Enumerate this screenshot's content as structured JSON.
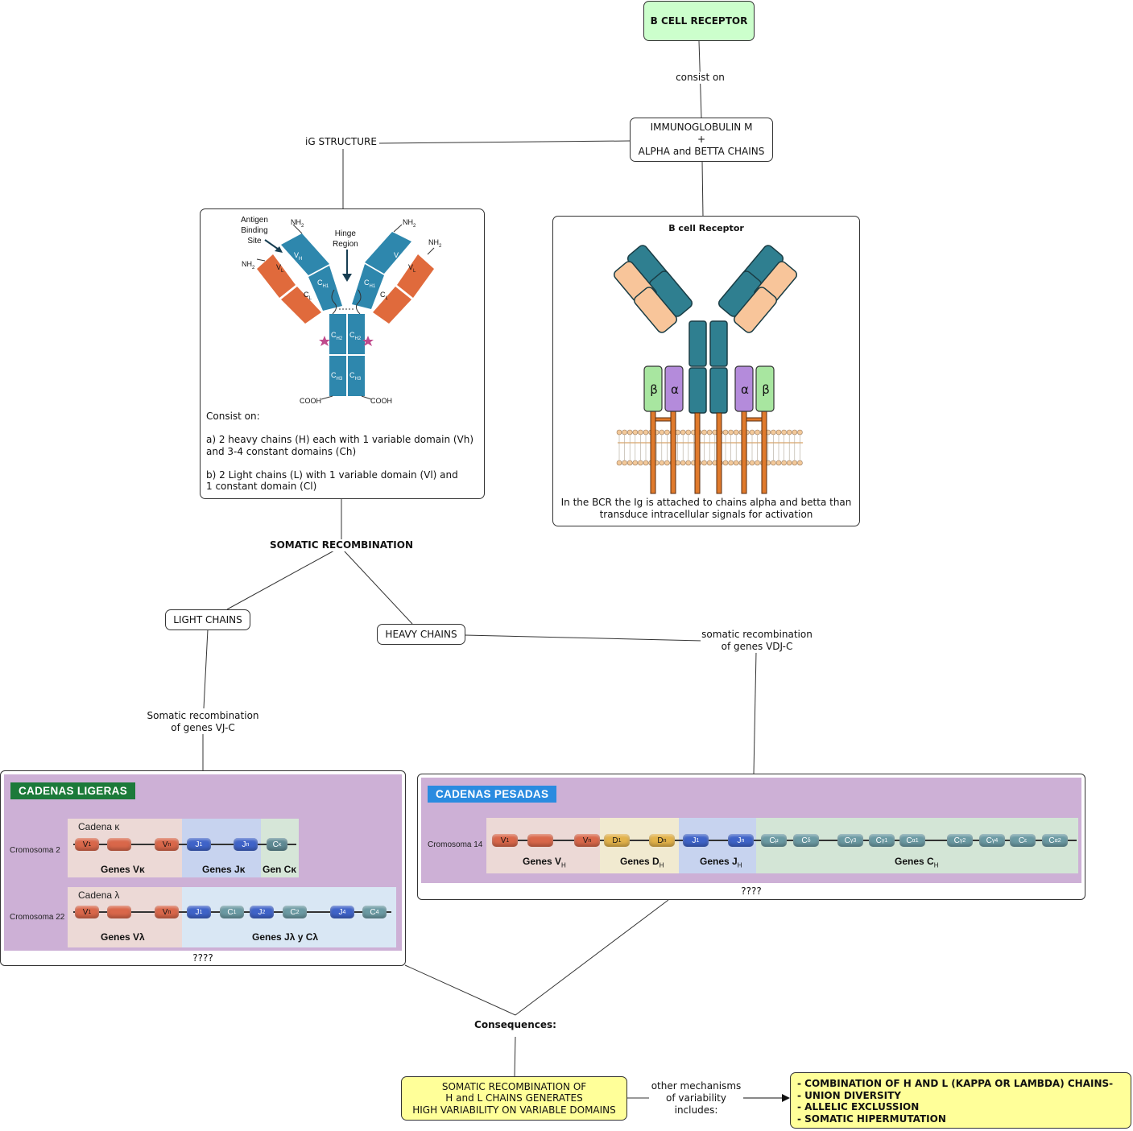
{
  "nodes": {
    "bcr": "B CELL RECEPTOR",
    "igm": [
      "IMMUNOGLOBULIN M",
      "+",
      "ALPHA and BETTA CHAINS"
    ],
    "ig_structure": "iG STRUCTURE",
    "somatic": "SOMATIC RECOMBINATION",
    "light": "LIGHT CHAINS",
    "heavy": "HEAVY CHAINS",
    "consequences": "Consequences:",
    "somatic_result": [
      "SOMATIC RECOMBINATION OF",
      "H and L CHAINS GENERATES",
      "HIGH VARIABILITY ON VARIABLE DOMAINS"
    ],
    "mechanisms": [
      "- COMBINATION OF H AND L (KAPPA OR LAMBDA) CHAINS-",
      "- UNION DIVERSITY",
      "- ALLELIC EXCLUSSION",
      "- SOMATIC HIPERMUTATION"
    ]
  },
  "links": {
    "consist_on": "consist on",
    "vj": [
      "Somatic recombination",
      "of genes VJ-C"
    ],
    "vdj": [
      "somatic recombination",
      "of genes VDJ-C"
    ],
    "other": [
      "other mechanisms",
      "of variability",
      "includes:"
    ]
  },
  "ig_box": {
    "labels": {
      "antigen": [
        "Antigen",
        "Binding",
        "Site"
      ],
      "hinge": [
        "Hinge",
        "Region"
      ],
      "nh2": "NH",
      "nh2_sub": "2",
      "cooh": "COOH",
      "vh": "V",
      "vh_sub": "H",
      "vl": "V",
      "vl_sub": "L",
      "ch1": "C",
      "ch1_sub": "H1",
      "cl": "C",
      "cl_sub": "L",
      "ch2": "C",
      "ch2_sub": "H2",
      "ch3": "C",
      "ch3_sub": "H3"
    },
    "text": [
      "Consist on:",
      "a) 2 heavy chains (H) each with 1 variable domain (Vh)",
      "and 3-4 constant domains (Ch)",
      "b) 2 Light chains (L) with 1 variable domain (Vl) and",
      "1 constant domain (Cl)"
    ]
  },
  "bcr_box": {
    "title": "B cell Receptor",
    "beta": "β",
    "alpha": "α",
    "caption": [
      "In the BCR the Ig is attached to chains alpha and betta than",
      "transduce intracellular signals for activation"
    ]
  },
  "light_panel": {
    "title": "CADENAS LIGERAS",
    "kappa_label": "Cadena κ",
    "lambda_label": "Cadena λ",
    "chr2": "Cromosoma 2",
    "chr22": "Cromosoma 22",
    "genes_vk": "Genes Vκ",
    "genes_jk": "Genes Jκ",
    "gen_ck": "Gen Cκ",
    "genes_vl": "Genes Vλ",
    "genes_jlcl": "Genes Jλ y Cλ",
    "kappa_genes": [
      "V",
      "",
      "V",
      "J",
      "J",
      "C"
    ],
    "kappa_subs": [
      "1",
      "",
      "n",
      "1",
      "n",
      "κ"
    ],
    "lambda_genes": [
      "V",
      "",
      "V",
      "J",
      "C",
      "J",
      "C",
      "J",
      "C"
    ],
    "lambda_subs": [
      "1",
      "",
      "n",
      "1",
      "1",
      "2",
      "2",
      "4",
      "4"
    ],
    "caption": "????"
  },
  "heavy_panel": {
    "title": "CADENAS PESADAS",
    "chr14": "Cromosoma 14",
    "genes_vh": "Genes V",
    "genes_dh": "Genes D",
    "genes_jh": "Genes J",
    "genes_ch": "Genes C",
    "h_sub": "H",
    "genes": [
      "V",
      "",
      "V",
      "D",
      "D",
      "J",
      "J",
      "C",
      "C",
      "C",
      "C",
      "C",
      "C",
      "C",
      "C",
      "C"
    ],
    "subs": [
      "1",
      "",
      "n",
      "1",
      "n",
      "1",
      "n",
      "μ",
      "δ",
      "γ3",
      "γ1",
      "α1",
      "γ2",
      "γ4",
      "ε",
      "α2"
    ],
    "caption": "????"
  },
  "colors": {
    "green_node": "#ccffcc",
    "yellow_node": "#ffff99",
    "heavy_chain": "#2e87ad",
    "light_chain": "#e06a3c",
    "bcr_teal": "#2f7f90",
    "bcr_peach": "#f8c59a",
    "alpha": "#b48bdb",
    "beta": "#a8e6a0",
    "stalk": "#e07a2c",
    "light_title": "#1c7a3a",
    "heavy_title": "#2a8be0",
    "panel_bg": "#cdb0d6"
  }
}
